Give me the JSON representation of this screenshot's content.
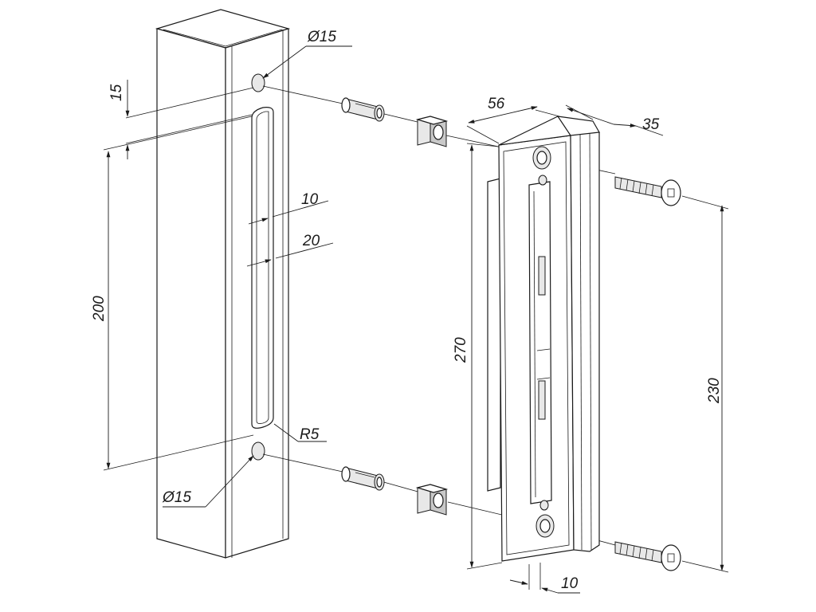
{
  "dimensions": {
    "hole_top_diameter": "Ø15",
    "hole_bottom_diameter": "Ø15",
    "offset_15": "15",
    "slot_length": "200",
    "slot_inner_width": "10",
    "slot_outer_width": "20",
    "slot_radius": "R5",
    "keeper_width": "56",
    "keeper_depth": "35",
    "keeper_height": "270",
    "screw_spacing": "230",
    "keeper_bottom_offset": "10"
  }
}
